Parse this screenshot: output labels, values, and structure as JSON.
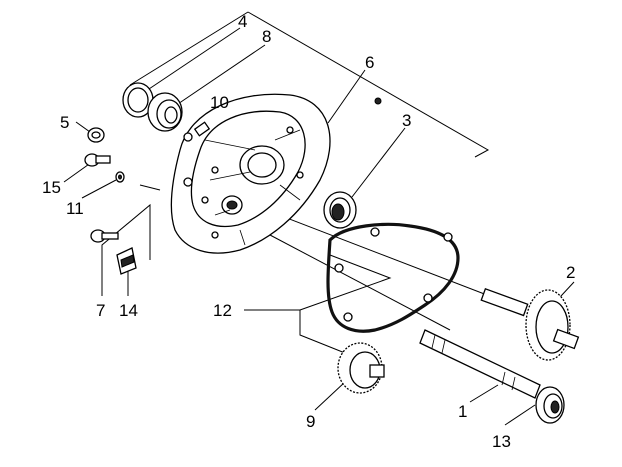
{
  "diagram": {
    "callouts": [
      {
        "id": "p1",
        "text": "1"
      },
      {
        "id": "p2",
        "text": "2"
      },
      {
        "id": "p3",
        "text": "3"
      },
      {
        "id": "p4",
        "text": "4"
      },
      {
        "id": "p5",
        "text": "5"
      },
      {
        "id": "p6",
        "text": "6"
      },
      {
        "id": "p7",
        "text": "7"
      },
      {
        "id": "p8",
        "text": "8"
      },
      {
        "id": "p9",
        "text": "9"
      },
      {
        "id": "p10",
        "text": "10"
      },
      {
        "id": "p11",
        "text": "11"
      },
      {
        "id": "p12",
        "text": "12"
      },
      {
        "id": "p13",
        "text": "13"
      },
      {
        "id": "p14",
        "text": "14"
      },
      {
        "id": "p15",
        "text": "15"
      }
    ],
    "colors": {
      "ink": "#000000",
      "paper": "#ffffff",
      "gasket": "#111111"
    }
  }
}
